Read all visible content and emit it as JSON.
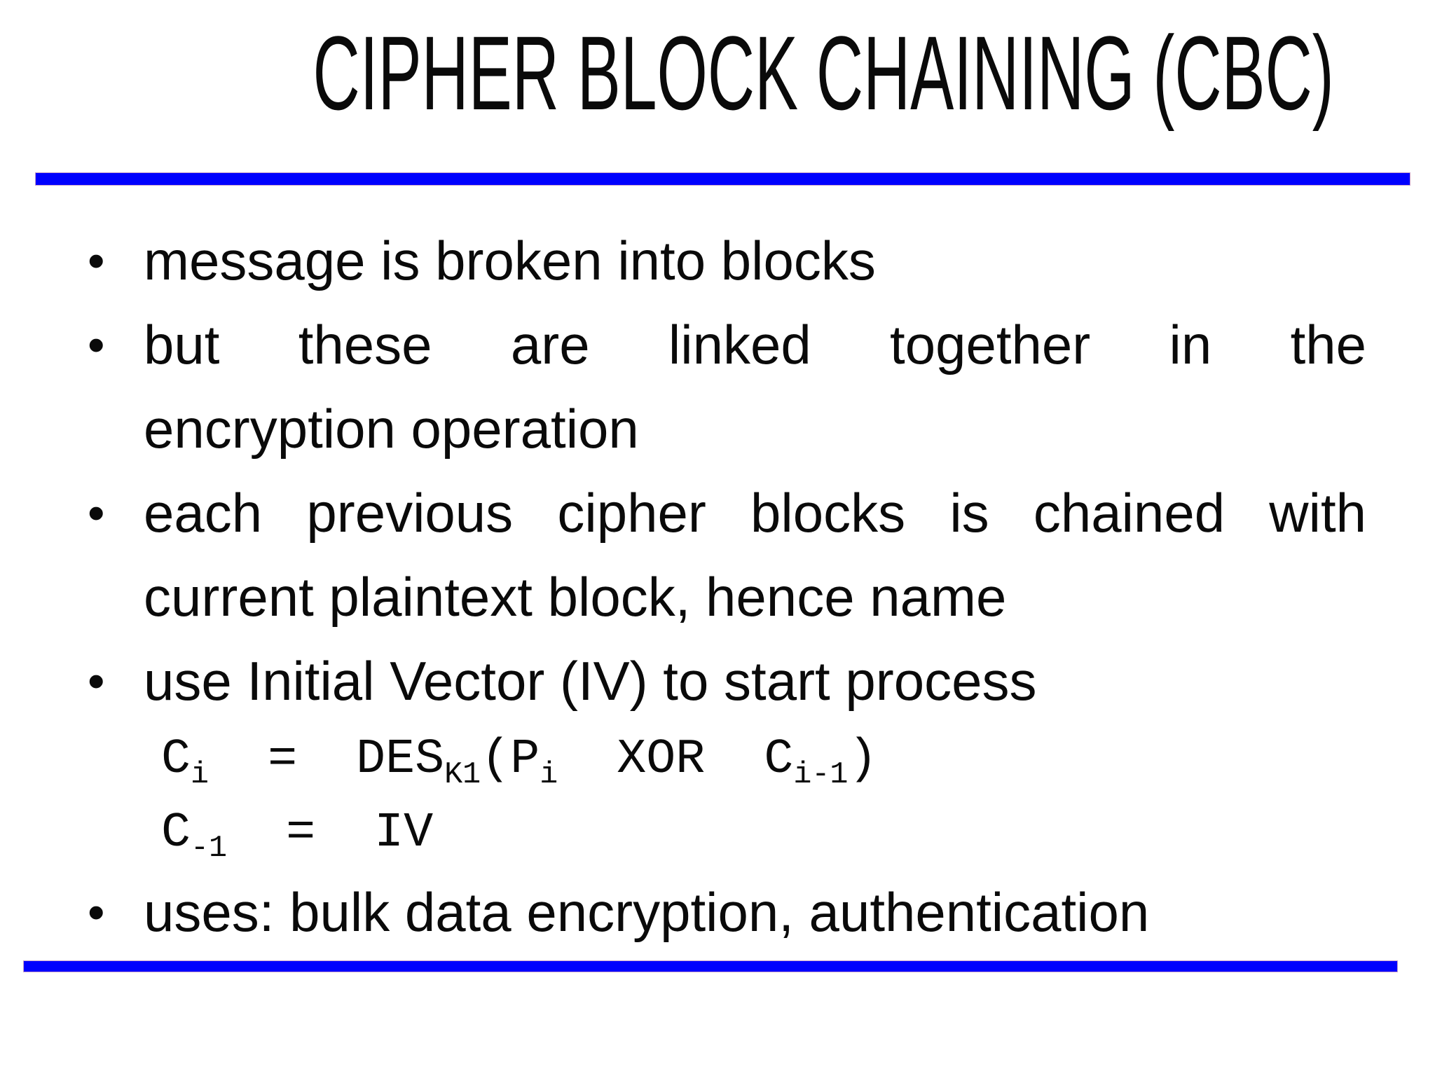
{
  "slide": {
    "title": "CIPHER BLOCK CHAINING (CBC)",
    "accent_color": "#0000FE",
    "text_color": "#0A0A0A",
    "background_color": "#FFFFFF",
    "bullet_glyph": "•",
    "bullets": [
      {
        "lines": [
          "message is broken into blocks"
        ]
      },
      {
        "lines": [
          "but these are linked together in the",
          "encryption operation"
        ]
      },
      {
        "lines": [
          "each previous cipher blocks is chained with",
          "current plaintext block, hence name"
        ]
      },
      {
        "lines": [
          "use Initial Vector (IV) to start process"
        ]
      },
      {
        "lines": [
          "uses: bulk data encryption, authentication"
        ]
      }
    ],
    "formulas": [
      {
        "parts": [
          {
            "t": "C"
          },
          {
            "t": "i",
            "sub": true
          },
          {
            "t": "  =  DES"
          },
          {
            "t": "K1",
            "sub": true
          },
          {
            "t": "(P"
          },
          {
            "t": "i",
            "sub": true
          },
          {
            "t": "  XOR  C"
          },
          {
            "t": "i-1",
            "sub": true
          },
          {
            "t": ")"
          }
        ]
      },
      {
        "parts": [
          {
            "t": "C"
          },
          {
            "t": "-1",
            "sub": true
          },
          {
            "t": "  =  IV"
          }
        ]
      }
    ]
  }
}
